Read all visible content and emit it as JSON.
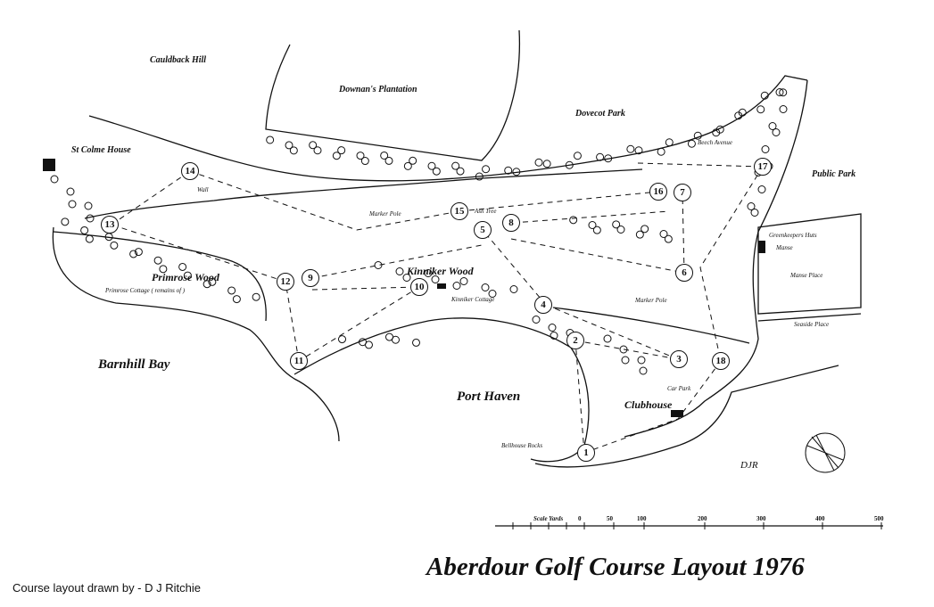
{
  "title": "Aberdour Golf Course  Layout 1976",
  "credit": "Course layout drawn by - D J Ritchie",
  "signature": "DJR",
  "labels": {
    "cauldback_hill": "Cauldback Hill",
    "downans_plantation": "Downan's Plantation",
    "dovecot_park": "Dovecot Park",
    "beech_avenue": "Beech Avenue",
    "st_colme_house": "St Colme House",
    "public_park": "Public Park",
    "wall": "Wall",
    "marker_pole_1": "Marker Pole",
    "ash_tree": "Ash Tree",
    "greenkeepers_huts": "Greenkeepers Huts",
    "manse_upper": "Manse",
    "manse_place": "Manse Place",
    "seaside_place": "Seaside Place",
    "kinniker_wood": "Kinniker Wood",
    "primrose_wood": "Primrose Wood",
    "primrose_cottage": "Primrose Cottage ( remains of )",
    "kinniker_cottage": "Kinniker Cottage",
    "marker_pole_2": "Marker Pole",
    "barnhill_bay": "Barnhill Bay",
    "port_haven": "Port Haven",
    "clubhouse": "Clubhouse",
    "car_park": "Car Park",
    "bellhouse_rocks": "Bellhouse Rocks"
  },
  "holes": [
    "1",
    "2",
    "3",
    "4",
    "5",
    "6",
    "7",
    "8",
    "9",
    "10",
    "11",
    "12",
    "13",
    "14",
    "15",
    "16",
    "17",
    "18"
  ],
  "scale": {
    "title": "Scale Yards",
    "ticks": [
      "0",
      "50",
      "100",
      "200",
      "300",
      "400",
      "500"
    ]
  },
  "colors": {
    "ink": "#111111",
    "paper": "#ffffff"
  }
}
